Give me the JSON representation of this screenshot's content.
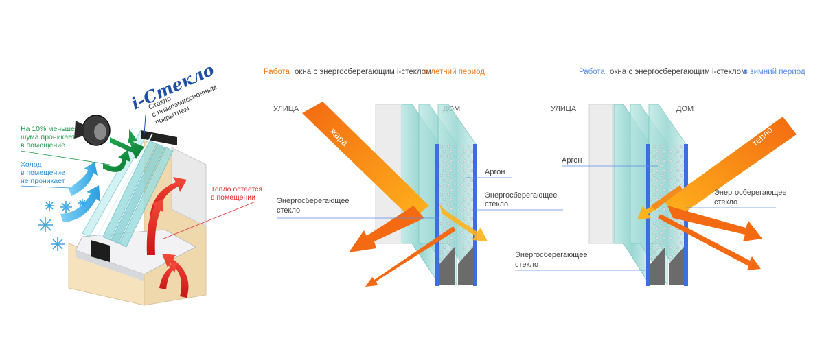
{
  "left_panel": {
    "caption_lines": [
      "Стекло",
      "с низкоэмиссионным",
      "покрытием"
    ],
    "brand": "i-Стекло",
    "noise_lines": [
      "На 10% меньше",
      "шума проникает",
      "в помещение"
    ],
    "cold_lines": [
      "Холод",
      "в помещение",
      "не проникает"
    ],
    "warm_lines": [
      "Тепло остается",
      "в помещении"
    ]
  },
  "summer_panel": {
    "title_a": "Работа",
    "title_b": "окна с энергосберегающим i-стеклом",
    "title_c": "в летний период",
    "street": "УЛИЦА",
    "home": "ДОМ",
    "heat": "жара",
    "argon": "Аргон",
    "glass_left_lines": [
      "Энергосберегающее",
      "стекло"
    ],
    "glass_right_lines": [
      "Энергосберегающее",
      "стекло"
    ]
  },
  "winter_panel": {
    "title_a": "Работа",
    "title_b": "окна с энергосберегающим i-стеклом",
    "title_c": "в зимний период",
    "street": "УЛИЦА",
    "home": "ДОМ",
    "warmth": "тепло",
    "argon": "Аргон",
    "glass_bottom_lines": [
      "Энергосберегающее",
      "стекло"
    ],
    "glass_right_lines": [
      "Энергосберегающее",
      "стекло"
    ]
  },
  "colors": {
    "summer_accent": "#f07a18",
    "winter_accent": "#5a8ee6",
    "noise_text": "#1e9a4a",
    "cold_text": "#2a8ed8",
    "warm_text": "#e03030",
    "brand_blue": "#1e4fa8",
    "glass_teal": "#8fd3cf",
    "blue_film": "#3b6fe0"
  }
}
